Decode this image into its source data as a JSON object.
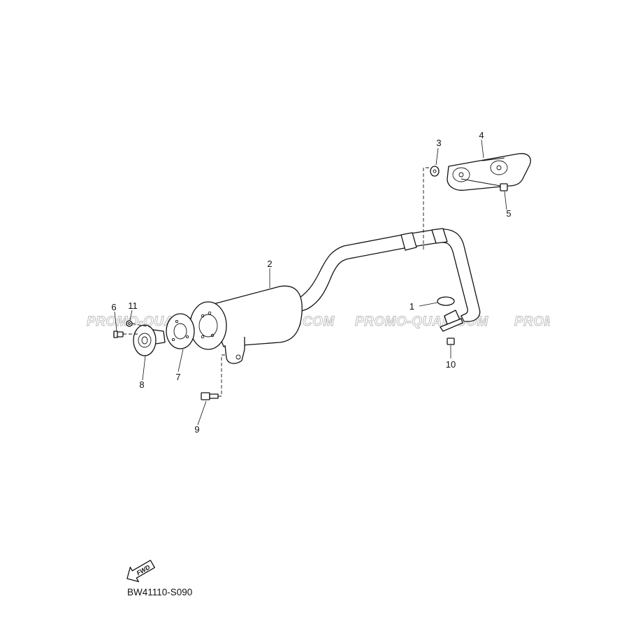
{
  "diagram_code": "BW41110-S090",
  "fwd_label": "FWD",
  "watermark": "PROMO-QUAD.COM",
  "callouts": [
    {
      "id": "1",
      "label": "1"
    },
    {
      "id": "2",
      "label": "2"
    },
    {
      "id": "3",
      "label": "3"
    },
    {
      "id": "4",
      "label": "4"
    },
    {
      "id": "5",
      "label": "5"
    },
    {
      "id": "6",
      "label": "6"
    },
    {
      "id": "7",
      "label": "7"
    },
    {
      "id": "8",
      "label": "8"
    },
    {
      "id": "9",
      "label": "9"
    },
    {
      "id": "10",
      "label": "10"
    },
    {
      "id": "11",
      "label": "11"
    }
  ]
}
